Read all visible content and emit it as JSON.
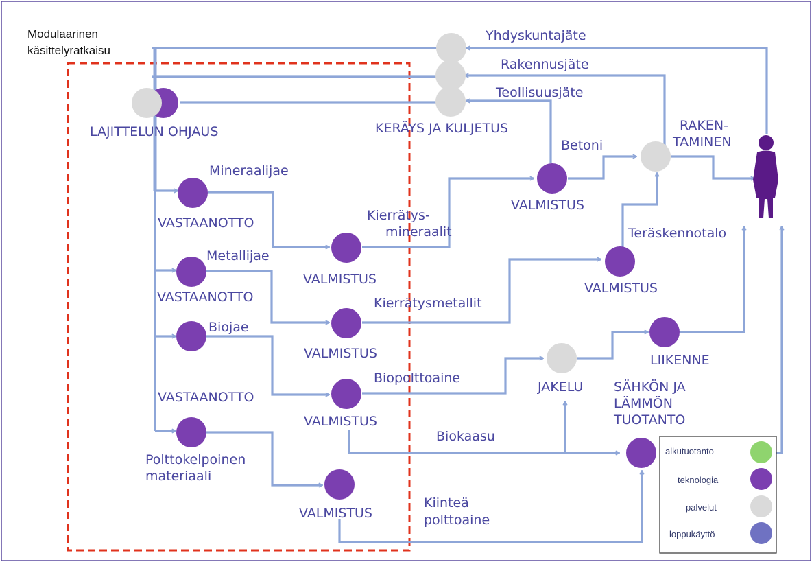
{
  "modular": {
    "line1": "Modulaarinen",
    "line2": "käsittelyratkaisu"
  },
  "colors": {
    "primary": "#7b3fb0",
    "service": "#dadada",
    "end_use": "#6f72c2",
    "alkutuotanto": "#8fd46e",
    "arrow": "#8ea6d8",
    "text": "#4a47a0",
    "frame": "#5b4a9f",
    "dashed": "#e0331d",
    "person": "#5a1a87"
  },
  "icons": {
    "person": "person-icon"
  },
  "nodes": {
    "lajittelun_ohjaus": "LAJITTELUN OHJAUS",
    "keraus": "KERÄYS JA KULJETUS",
    "rakentaminen_1": "RAKEN-",
    "rakentaminen_2": "TAMINEN",
    "vastaanotto_1": "VASTAANOTTO",
    "vastaanotto_2": "VASTAANOTTO",
    "vastaanotto_3": "VASTAANOTTO",
    "polttokelpoinen_1": "Polttokelpoinen",
    "polttokelpoinen_2": "materiaali",
    "valmistus_1": "VALMISTUS",
    "valmistus_2": "VALMISTUS",
    "valmistus_3": "VALMISTUS",
    "valmistus_4": "VALMISTUS",
    "valmistus_betoni": "VALMISTUS",
    "valmistus_teras": "VALMISTUS",
    "jakelu": "JAKELU",
    "liikenne": "LIIKENNE",
    "sahko_1": "SÄHKÖN JA",
    "sahko_2": "LÄMMÖN",
    "sahko_3": "TUOTANTO"
  },
  "flows": {
    "yhdyskuntajate": "Yhdyskuntajäte",
    "rakennusjate": "Rakennusjäte",
    "teollisuusjate": "Teollisuusjäte",
    "betoni": "Betoni",
    "mineraalijae": "Mineraalijae",
    "metallijae": "Metallijae",
    "biojae": "Biojae",
    "kierratysmineraalit_1": "Kierrätys-",
    "kierratysmineraalit_2": "mineraalit",
    "kierratysmetallit": "Kierrätysmetallit",
    "teraskennotalo": "Teräskennotalo",
    "biopolttoaine": "Biopolttoaine",
    "biokaasu": "Biokaasu",
    "kiintea_1": "Kiinteä",
    "kiintea_2": "polttoaine"
  },
  "legend": [
    {
      "label": "alkutuotanto",
      "color": "#8fd46e"
    },
    {
      "label": "teknologia",
      "color": "#7b3fb0"
    },
    {
      "label": "palvelut",
      "color": "#dadada"
    },
    {
      "label": "loppukäyttö",
      "color": "#6f72c2"
    }
  ]
}
